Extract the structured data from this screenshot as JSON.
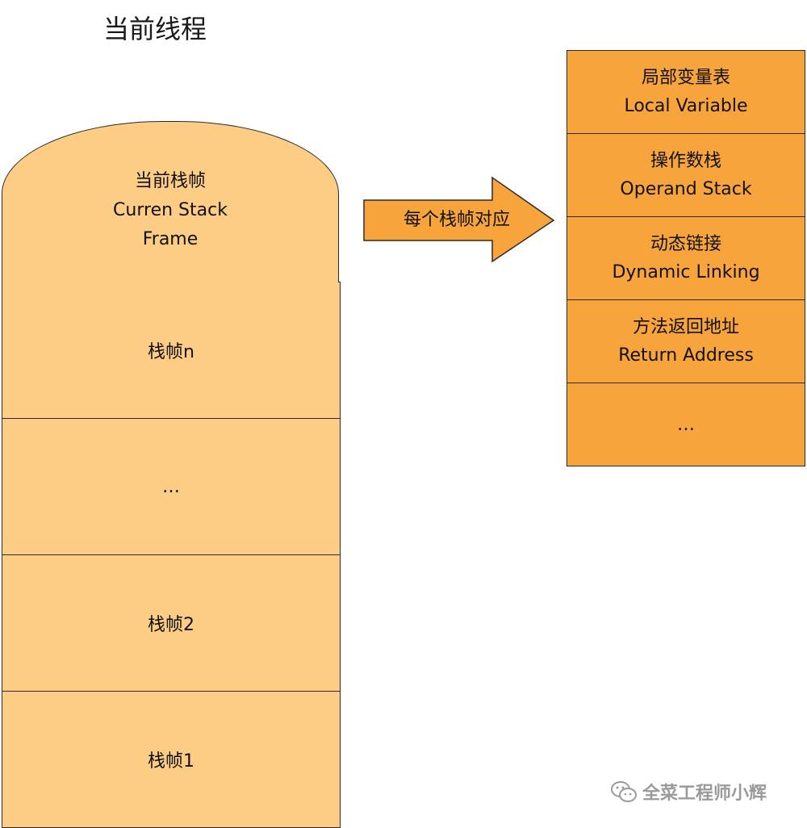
{
  "title": "当前线程",
  "stack": {
    "top_frame": {
      "line1": "当前栈帧",
      "line2": "Curren Stack",
      "line3": "Frame"
    },
    "frames": [
      "栈帧n",
      "…",
      "栈帧2",
      "栈帧1"
    ]
  },
  "arrow_label": "每个栈帧对应",
  "frame_parts": [
    {
      "zh": "局部变量表",
      "en": "Local Variable"
    },
    {
      "zh": "操作数栈",
      "en": "Operand Stack"
    },
    {
      "zh": "动态链接",
      "en": "Dynamic Linking"
    },
    {
      "zh": "方法返回地址",
      "en": "Return Address"
    },
    {
      "zh": "…",
      "en": ""
    }
  ],
  "watermark": "全菜工程师小辉",
  "colors": {
    "stack_fill": "#fdcd85",
    "frame_fill": "#f8a43c",
    "arrow_fill": "#f8a43c",
    "border": "#2b2b2b"
  }
}
